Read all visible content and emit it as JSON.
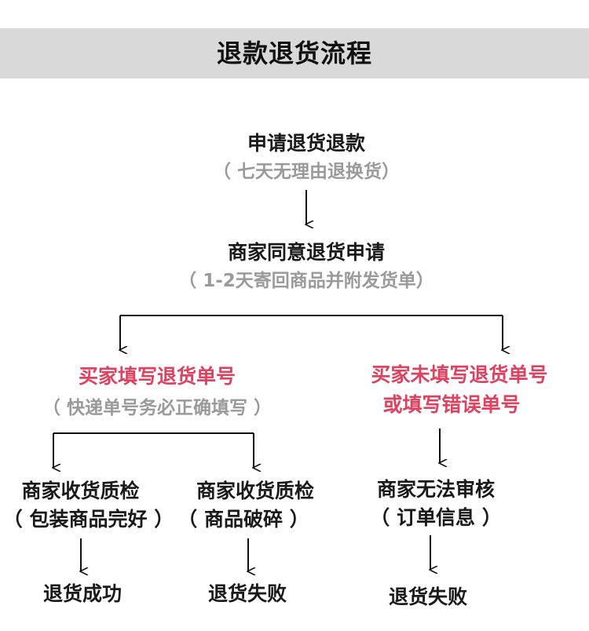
{
  "title": "退款退货流程",
  "colors": {
    "title_band": "#d9d9d9",
    "text": "#1a1a1a",
    "note": "#9a9a9a",
    "alert": "#dd4260",
    "line": "#111111"
  },
  "steps": {
    "apply": {
      "label": "申请退货退款",
      "note": "（ 七天无理由退换货）"
    },
    "approve": {
      "label": "商家同意退货申请",
      "note": "（ 1-2天寄回商品并附发货单）"
    },
    "filled": {
      "label": "买家填写退货单号",
      "note": "（ 快递单号务必正确填写 ）"
    },
    "not_filled": {
      "line1": "买家未填写退货单号",
      "line2": "或填写错误单号"
    },
    "check_ok": {
      "line1": "商家收货质检",
      "line2": "（ 包装商品完好 ）"
    },
    "check_broken": {
      "line1": "商家收货质检",
      "line2": "（ 商品破碎 ）"
    },
    "cannot_verify": {
      "line1": "商家无法审核",
      "line2": "（ 订单信息 ）"
    }
  },
  "results": {
    "success": "退货成功",
    "fail_broken": "退货失败",
    "fail_unverified": "退货失败"
  }
}
